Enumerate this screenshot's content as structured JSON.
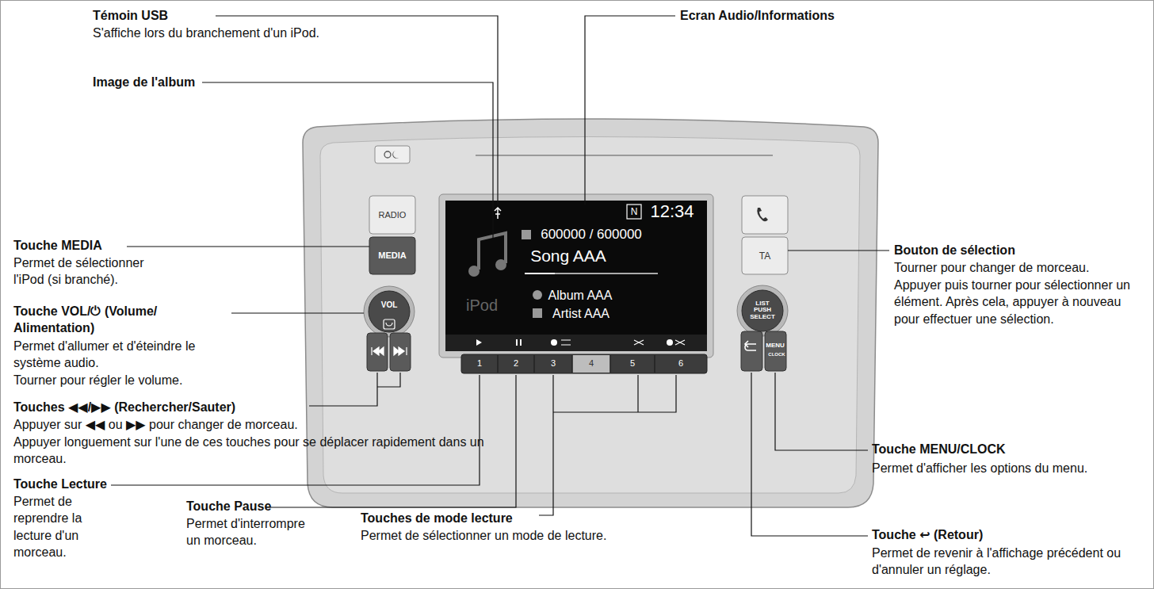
{
  "diagram": {
    "labels": [
      "Témoin USB",
      "S'affiche lors du branchement d'un iPod.",
      "Ecran Audio/Informations",
      "Image de l'album",
      "Touche MEDIA",
      "Permet de sélectionner l'iPod (si branché).",
      "Touche VOL/⏻ (Volume/ Alimentation)",
      "Permet d'allumer et d'éteindre le système audio.",
      "Tourner pour régler le volume.",
      "Touches ◀◀/▶▶ (Rechercher/Sauter)",
      "Appuyer sur ◀◀ ou ▶▶ pour changer de morceau.",
      "Appuyer longuement sur l'une de ces touches pour se déplacer rapidement dans un morceau.",
      "Touche Lecture",
      "Permet de reprendre la lecture d'un morceau.",
      "Touche Pause",
      "Permet d'interrompre un morceau.",
      "Touches de mode lecture",
      "Permet de sélectionner un mode de lecture.",
      "Bouton de sélection",
      "Tourner pour changer de morceau.",
      "Appuyer puis tourner pour sélectionner un élément. Après cela, appuyer à nouveau pour effectuer une sélection.",
      "Touche MENU/CLOCK",
      "Permet d'afficher les options du menu.",
      "Touche ↩ (Retour)",
      "Permet de revenir à l'affichage précédent ou d'annuler un réglage.",
      "RADIO",
      "MEDIA",
      "VOL",
      "TA",
      "LIST PUSH SELECT",
      "MENU",
      "CLOCK",
      "1",
      "2",
      "3",
      "4",
      "5",
      "6",
      "N",
      "12:34",
      "600000 / 600000",
      "Song AAA",
      "iPod",
      "Album AAA",
      "Artist AAA"
    ]
  }
}
